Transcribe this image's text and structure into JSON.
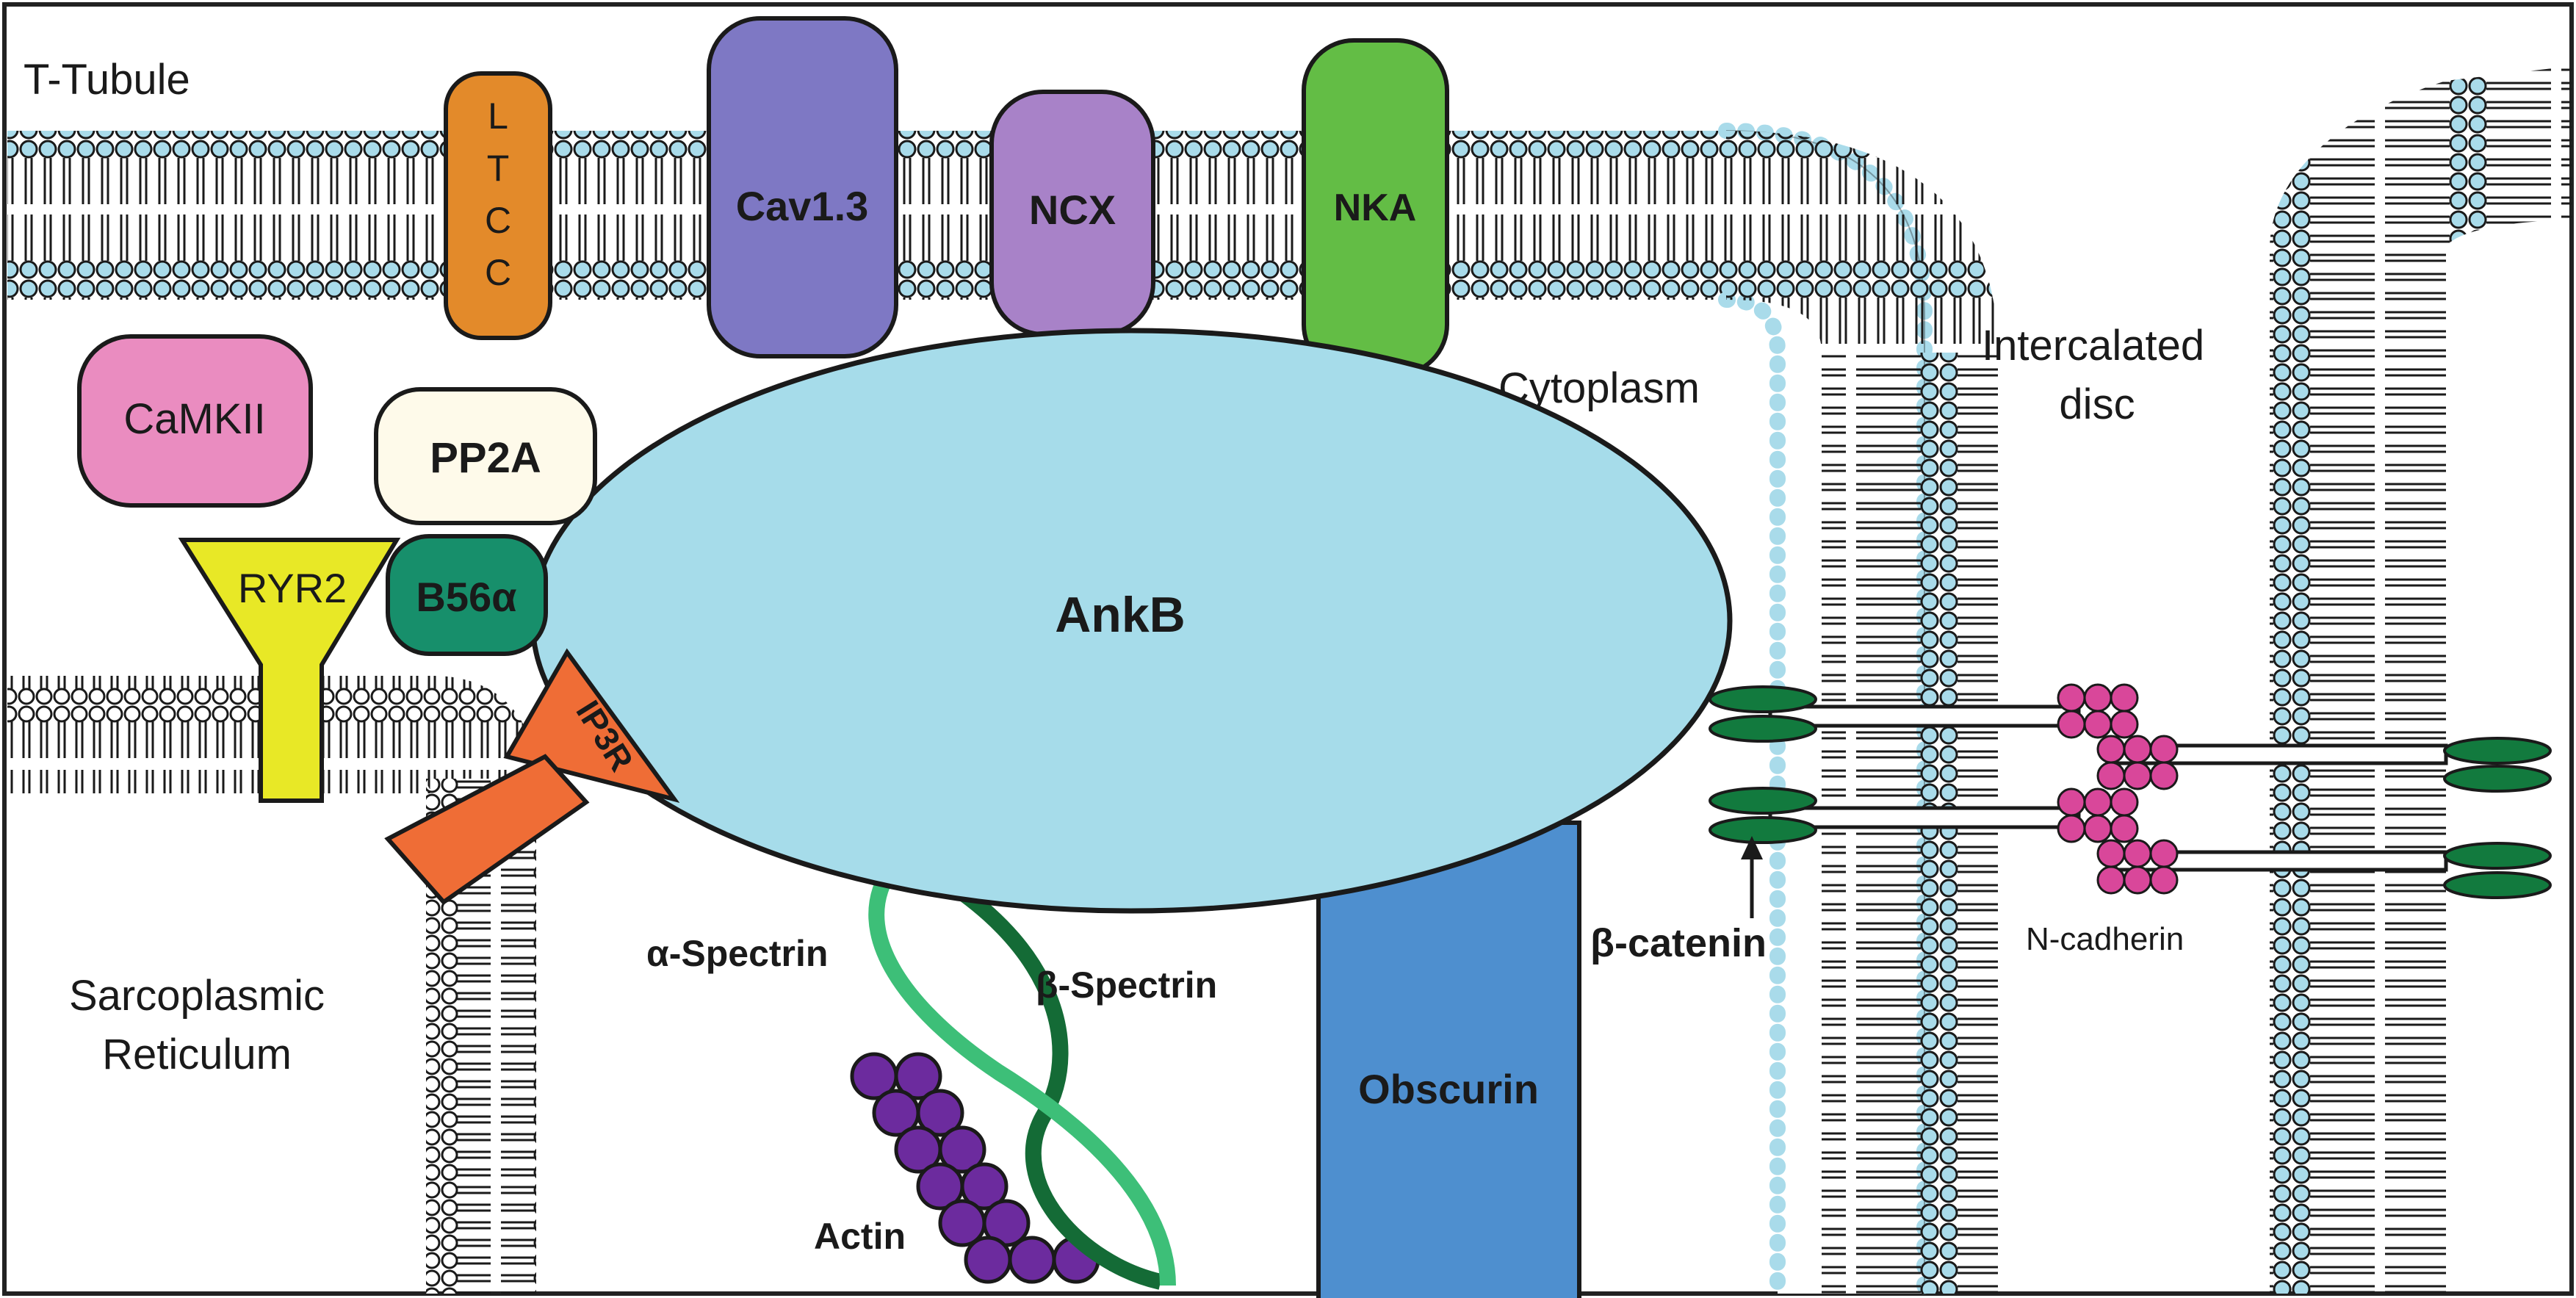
{
  "labels": {
    "t_tubule": "T-Tubule",
    "cytoplasm": "Cytoplasm",
    "intercalated_1": "Intercalated",
    "intercalated_2": "disc",
    "sr_1": "Sarcoplasmic",
    "sr_2": "Reticulum",
    "alpha_spectrin": "α-Spectrin",
    "beta_spectrin": "β-Spectrin",
    "actin": "Actin",
    "beta_catenin": "β-catenin",
    "n_cadherin": "N-cadherin"
  },
  "proteins": {
    "ltcc": [
      "L",
      "T",
      "C",
      "C"
    ],
    "cav13": "Cav1.3",
    "ncx": "NCX",
    "nka": "NKA",
    "camkii": "CaMKII",
    "pp2a": "PP2A",
    "ryr2": "RYR2",
    "b56a": "B56α",
    "ip3r": "IP3R",
    "ankb": "AnkB",
    "obscurin": "Obscurin"
  },
  "colors": {
    "membrane_head": "#a9dbea",
    "ankb": "#a6dcea",
    "ltcc": "#e38a2a",
    "cav13": "#7e78c4",
    "ncx": "#a882c8",
    "nka": "#63bd45",
    "camkii": "#ea8cc0",
    "pp2a": "#fefaea",
    "ryr2": "#e8e826",
    "b56a": "#178f6b",
    "ip3r": "#ef6d36",
    "obscurin": "#4e8fcf",
    "alpha_spectrin": "#3dbf78",
    "beta_spectrin": "#146b36",
    "actin": "#6c2b9e",
    "catenin": "#127a3e",
    "cadherin": "#d9479a"
  }
}
